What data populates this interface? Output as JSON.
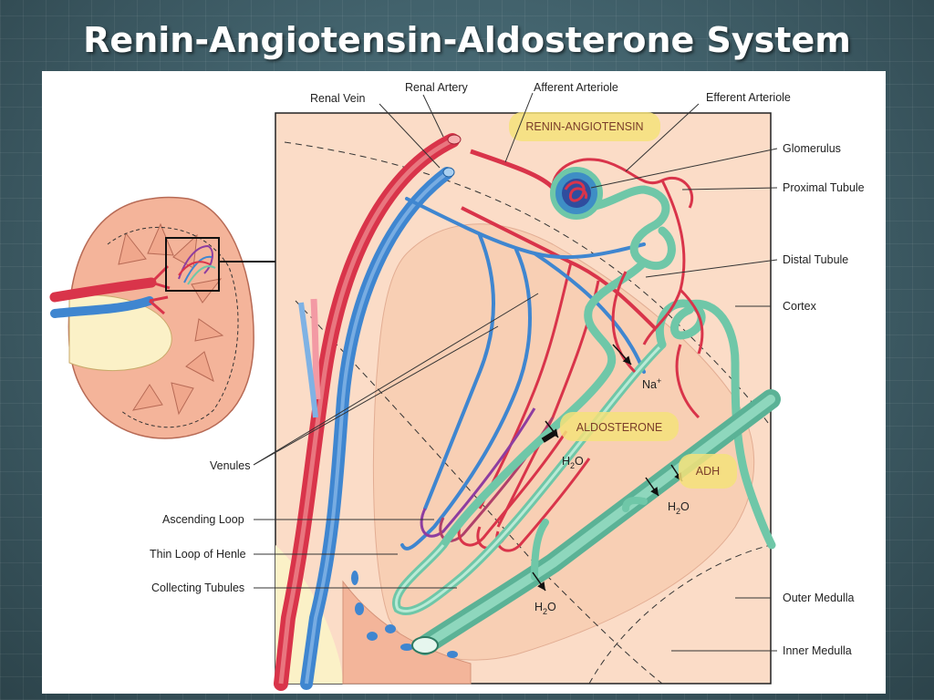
{
  "slide": {
    "title": "Renin-Angiotensin-Aldosterone System"
  },
  "labels": {
    "renal_artery": "Renal Artery",
    "afferent_arteriole": "Afferent Arteriole",
    "renal_vein": "Renal Vein",
    "efferent_arteriole": "Efferent Arteriole",
    "glomerulus": "Glomerulus",
    "proximal_tubule": "Proximal Tubule",
    "distal_tubule": "Distal Tubule",
    "cortex": "Cortex",
    "venules": "Venules",
    "ascending_loop": "Ascending Loop",
    "thin_loop": "Thin Loop of Henle",
    "collecting_tubules": "Collecting Tubules",
    "outer_medulla": "Outer Medulla",
    "inner_medulla": "Inner Medulla"
  },
  "highlights": {
    "renin_angiotensin": "RENIN-ANGIOTENSIN",
    "aldosterone": "ALDOSTERONE",
    "adh": "ADH"
  },
  "annotations": {
    "sodium": "Na",
    "sodium_charge": "+",
    "water_1": "H",
    "water_2": "H",
    "water_3": "H",
    "water_sub": "2",
    "water_o": "O"
  },
  "colors": {
    "artery": "#d9344a",
    "vein": "#3f86d0",
    "tubule": "#6fc7a8",
    "tissue": "#f6c9ad",
    "highlight": "#f4e27a"
  }
}
